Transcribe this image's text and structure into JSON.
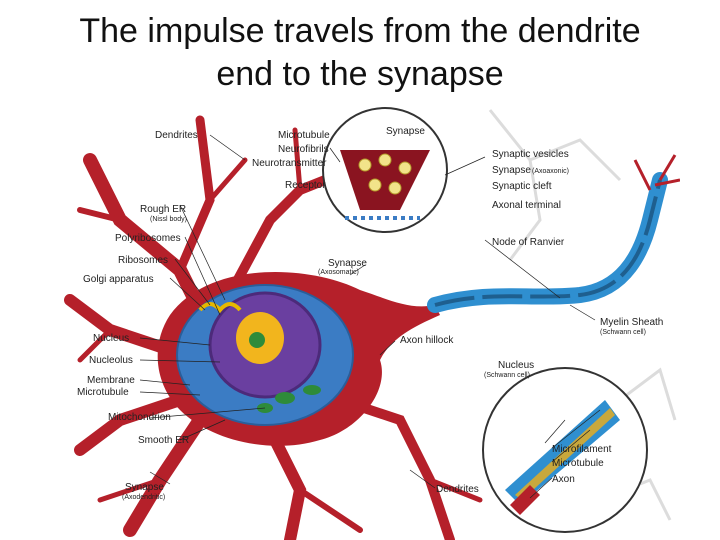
{
  "slide": {
    "title_line1": "The impulse travels from the dendrite",
    "title_line2": "end to the synapse"
  },
  "labels": {
    "dendrites_top": "Dendrites",
    "microtubule_top": "Microtubule",
    "neurofibrils": "Neurofibrils",
    "neurotransmitter": "Neurotransmitter",
    "receptor": "Receptor",
    "synapse_inset": "Synapse",
    "rough_er": "Rough ER",
    "rough_er_sub": "(Nissl body)",
    "polyribosomes": "Polyribosomes",
    "ribosomes": "Ribosomes",
    "golgi": "Golgi apparatus",
    "synapse_axosomatic": "Synapse",
    "synapse_axosomatic_sub": "(Axosomatic)",
    "synaptic_vesicles": "Synaptic vesicles",
    "synapse_axoaxonic": "Synapse",
    "synapse_axoaxonic_sub": "(Axoaxonic)",
    "synaptic_cleft": "Synaptic cleft",
    "axonal_terminal": "Axonal terminal",
    "node_of_ranvier": "Node of Ranvier",
    "myelin_sheath": "Myelin Sheath",
    "myelin_sheath_sub": "(Schwann cell)",
    "axon_hillock": "Axon hillock",
    "nucleus": "Nucleus",
    "nucleolus": "Nucleolus",
    "membrane": "Membrane",
    "microtubule_left": "Microtubule",
    "mitochondrion": "Mitochondrion",
    "smooth_er": "Smooth ER",
    "synapse_axodendritic": "Synapse",
    "synapse_axodendritic_sub": "(Axodendritic)",
    "dendrites_bottom": "Dendrites",
    "nucleus_schwann": "Nucleus",
    "nucleus_schwann_sub": "(Schwann cell)",
    "microfilament": "Microfilament",
    "microtubule_inset": "Microtubule",
    "axon": "Axon"
  },
  "colors": {
    "neuron": "#b5202a",
    "neuron_dark": "#8a1420",
    "cytoplasm": "#3b7cc4",
    "nucleus": "#6a3fa0",
    "nucleolus_core": "#f2b51d",
    "myelin": "#2f8fd0",
    "inset_bg": "#ffffff"
  }
}
